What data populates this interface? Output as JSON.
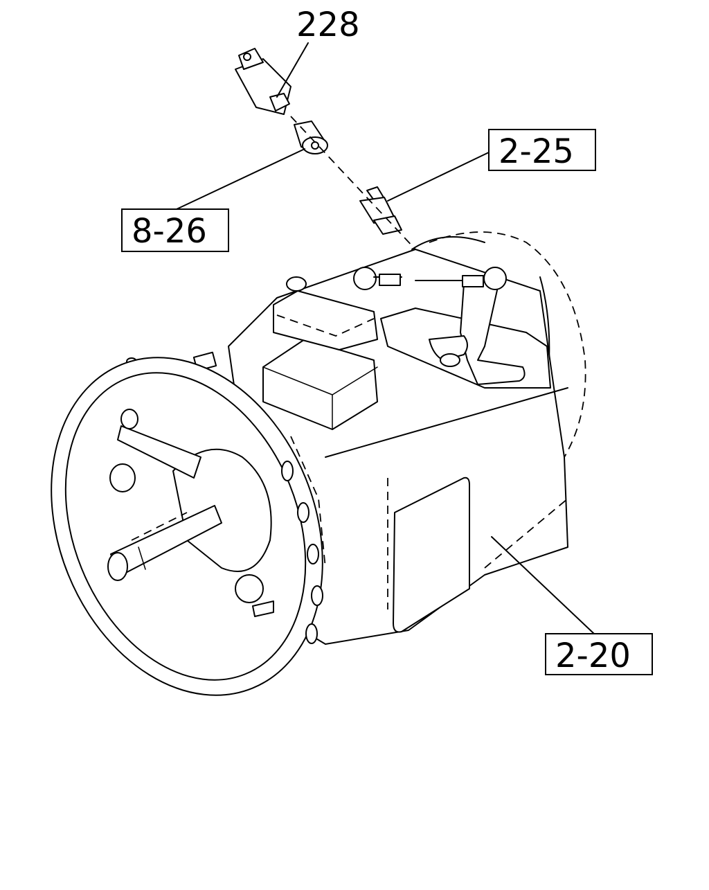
{
  "callouts": {
    "part_228": "228",
    "part_2_25": "2-25",
    "part_8_26": "8-26",
    "part_2_20": "2-20"
  }
}
